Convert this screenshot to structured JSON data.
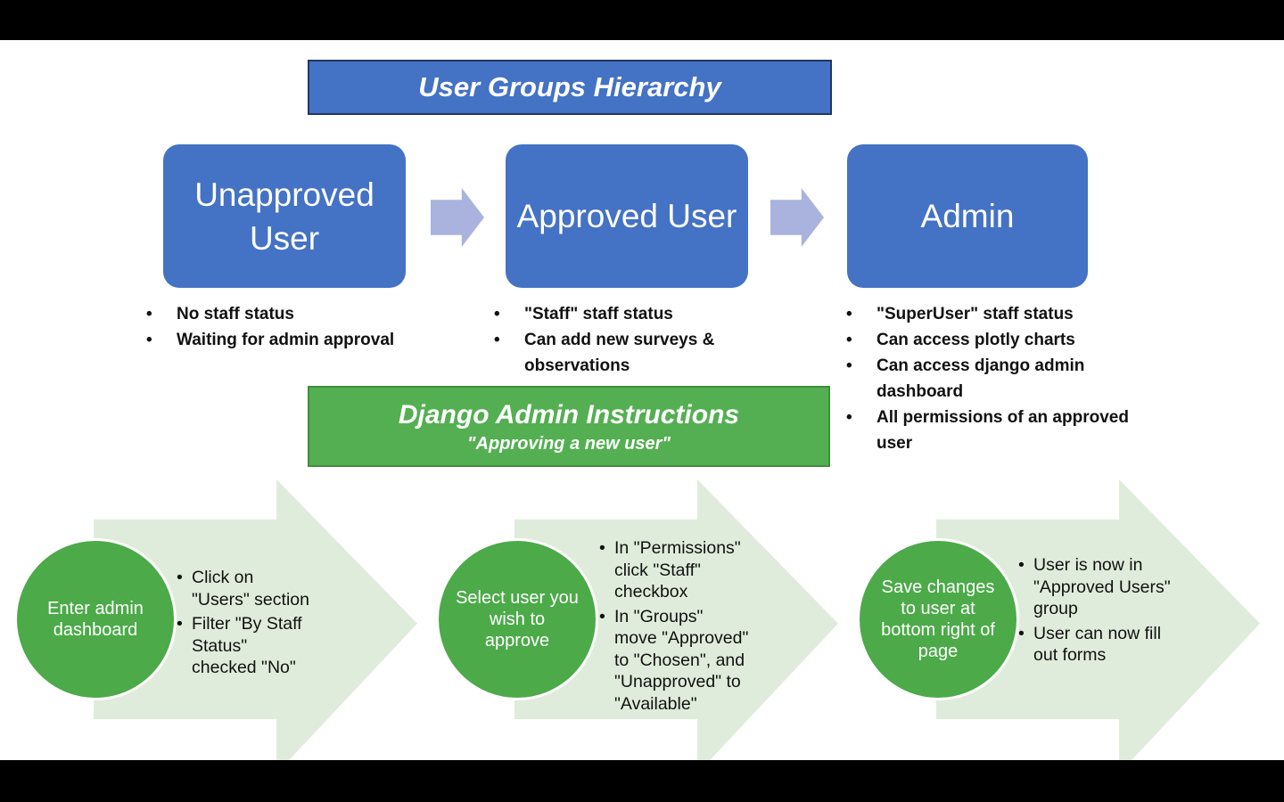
{
  "colors": {
    "node_blue": "#4472C4",
    "blue_banner_border": "#203864",
    "between_arrow_blue": "#A9B3DE",
    "green_banner": "#54AF52",
    "green_banner_border": "#3E8E3C",
    "step_circle_green": "#4CAA49",
    "step_arrow_pale_green": "#DFECDB",
    "letterbox": "#000000"
  },
  "hierarchy": {
    "title": "User Groups Hierarchy",
    "nodes": [
      {
        "label": "Unapproved User",
        "bullets": [
          "No staff status",
          "Waiting for admin approval"
        ]
      },
      {
        "label": "Approved User",
        "bullets": [
          "\"Staff\" staff status",
          "Can add new surveys & observations"
        ]
      },
      {
        "label": "Admin",
        "bullets": [
          "\"SuperUser\" staff status",
          "Can access plotly charts",
          "Can access django admin dashboard",
          "All permissions of an approved user"
        ]
      }
    ]
  },
  "instructions": {
    "title": "Django Admin Instructions",
    "subtitle": "\"Approving a new user\"",
    "steps": [
      {
        "label": "Enter admin dashboard",
        "bullets": [
          "Click on \"Users\" section",
          "Filter \"By Staff Status\" checked \"No\""
        ]
      },
      {
        "label": "Select user you wish to approve",
        "bullets": [
          "In \"Permissions\" click \"Staff\" checkbox",
          "In \"Groups\" move \"Approved\" to \"Chosen\", and \"Unapproved\" to \"Available\""
        ]
      },
      {
        "label": "Save changes to user at bottom right of page",
        "bullets": [
          "User is now in \"Approved Users\" group",
          "User can now fill out forms"
        ]
      }
    ]
  }
}
